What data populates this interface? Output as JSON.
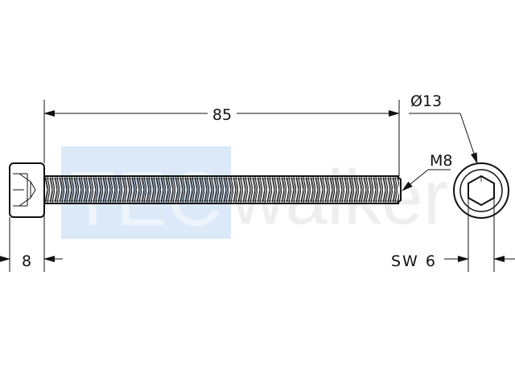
{
  "watermark": {
    "part1": "TEC",
    "part2": "walker",
    "box_color": "#dbe9f9",
    "part1_color": "#eef4fc",
    "part2_color": "#eeeeee"
  },
  "dimensions": {
    "length": "85",
    "head_height": "8",
    "thread": "M8",
    "head_diameter": "Ø13",
    "hex_socket": "SW 6"
  },
  "colors": {
    "line": "#111111",
    "background": "#ffffff"
  }
}
